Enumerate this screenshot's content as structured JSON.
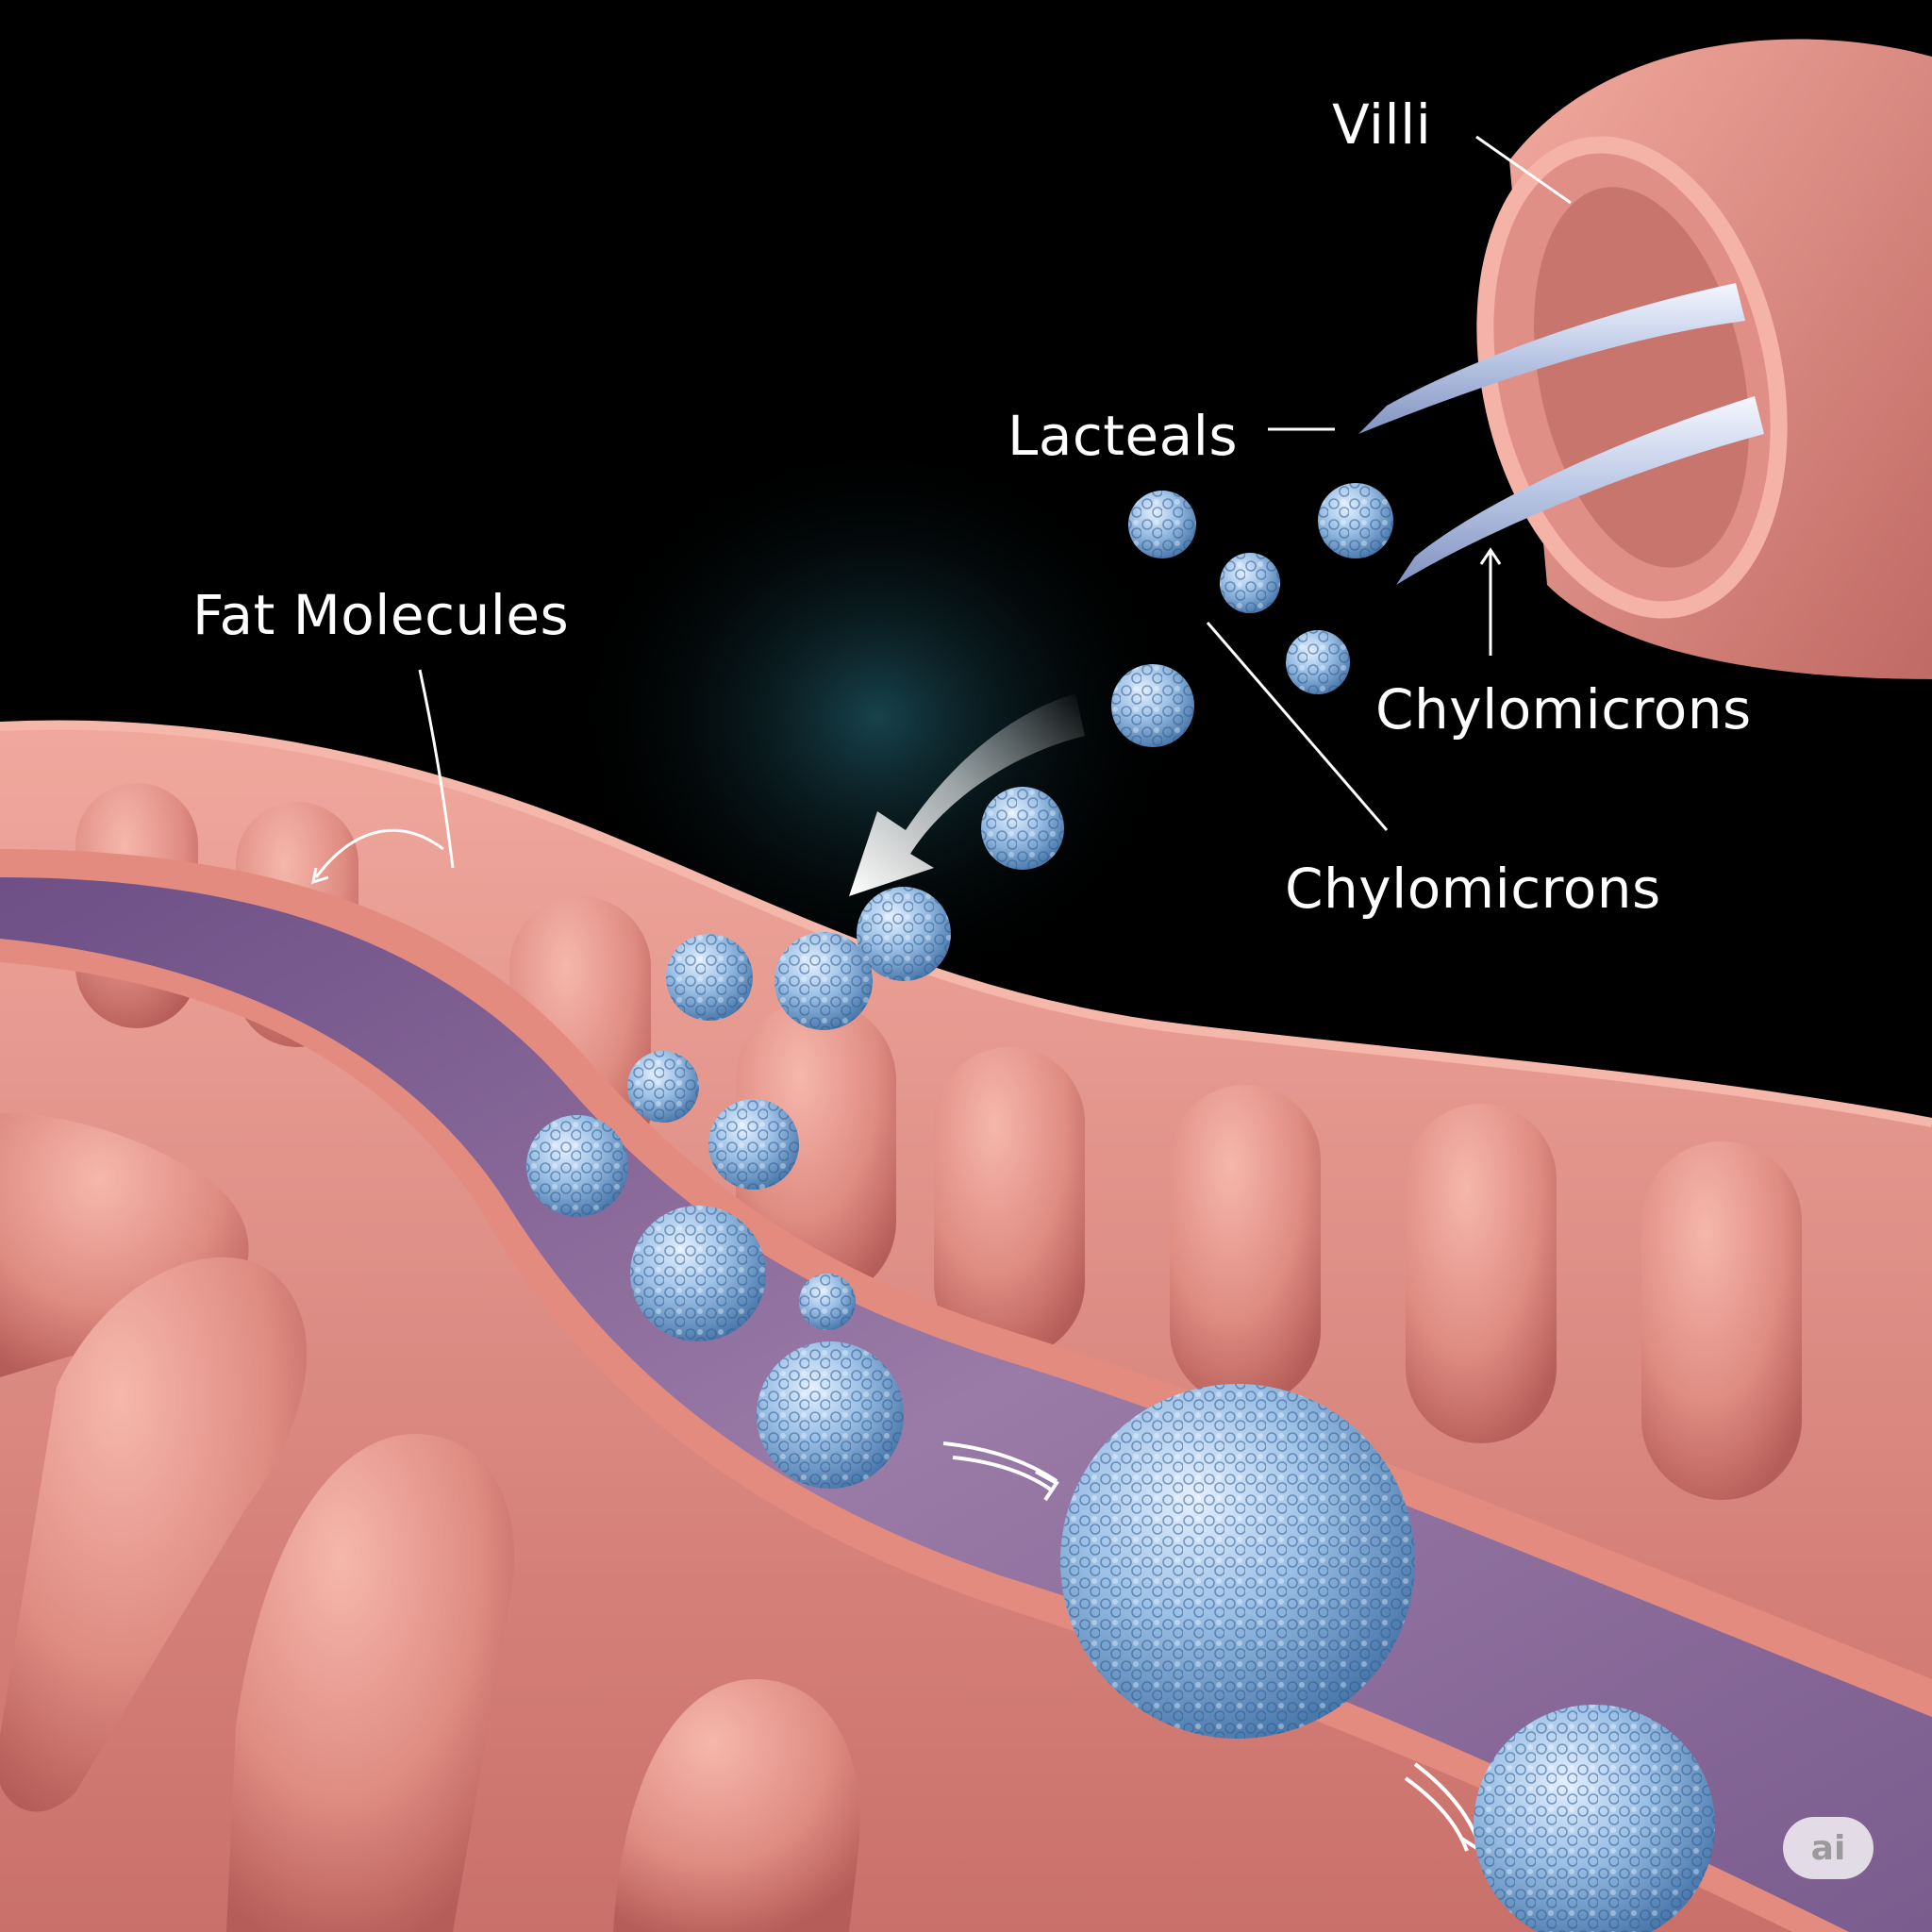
{
  "labels": {
    "villi": "Villi",
    "lacteals": "Lacteals",
    "fat_molecules": "Fat Molecules",
    "chylomicrons_upper": "Chylomicrons",
    "chylomicrons_lower": "Chylomicrons"
  },
  "watermark": "ai",
  "colors": {
    "background": "#000000",
    "tissue": "#e8968a",
    "tissue_dark": "#c46a63",
    "vessel": "#8a6a96",
    "particle": "#8fb4dc",
    "lacteal_tube": "#c7d3ec"
  }
}
